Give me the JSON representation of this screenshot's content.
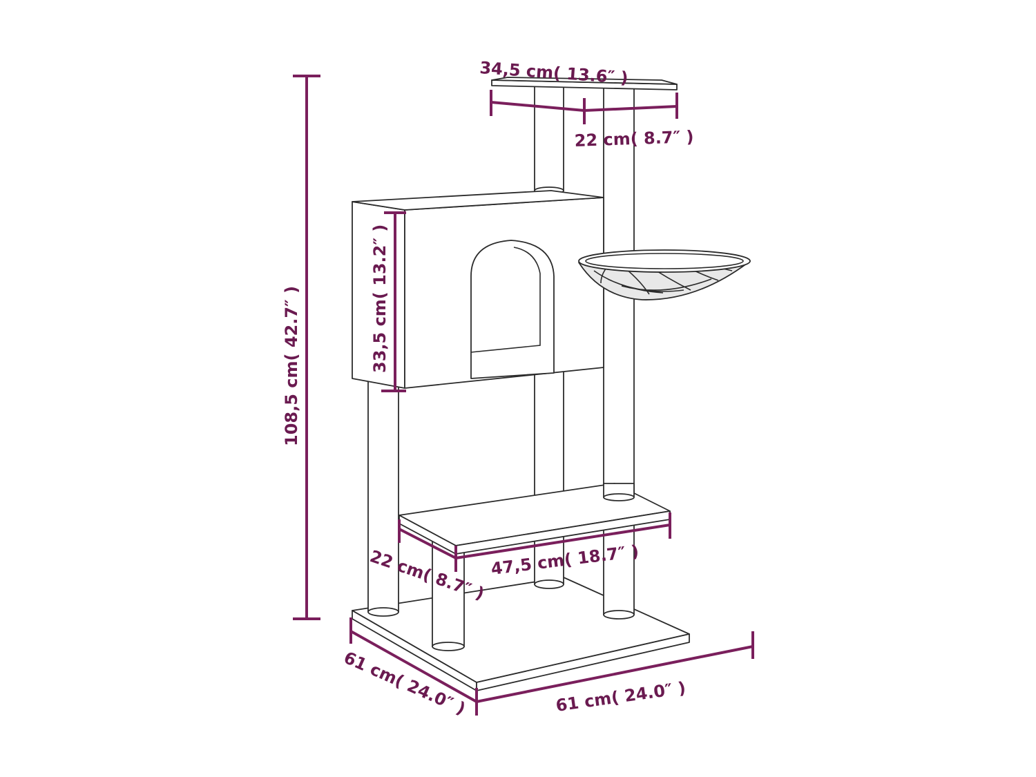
{
  "colors": {
    "dimension": "#7a1f5c",
    "outline": "#2b2b2b",
    "background": "#ffffff"
  },
  "dimensions": {
    "top_width": "34,5 cm( 13.6″ )",
    "top_depth": "22 cm( 8.7″ )",
    "total_height": "108,5 cm( 42.7″ )",
    "house_height": "33,5 cm( 13.2″ )",
    "platform_width": "47,5 cm( 18.7″ )",
    "platform_depth": "22 cm( 8.7″ )",
    "base_depth": "61 cm( 24.0″ )",
    "base_width": "61 cm( 24.0″ )"
  }
}
